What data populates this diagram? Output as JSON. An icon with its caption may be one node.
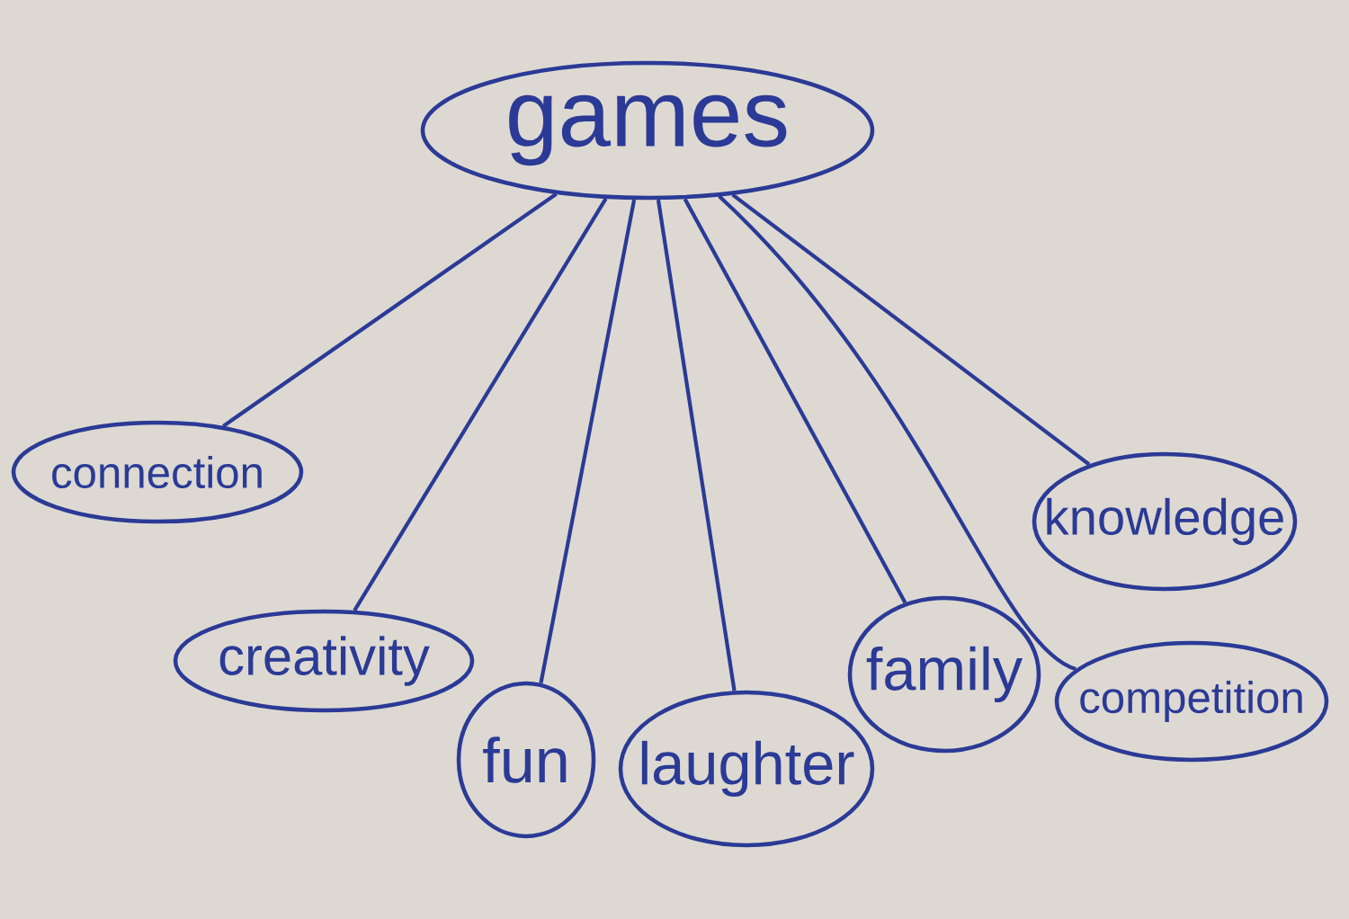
{
  "diagram": {
    "nodes": [
      {
        "text": [
          "games"
        ]
      },
      {
        "text": [
          "connection"
        ]
      },
      {
        "text": [
          "creativity"
        ]
      },
      {
        "text": [
          "fun"
        ]
      },
      {
        "text": [
          "laughter"
        ]
      },
      {
        "text": [
          "family"
        ]
      },
      {
        "text": [
          "knowledge"
        ]
      },
      {
        "text": [
          "competition"
        ]
      }
    ],
    "edges": [
      {
        "from": 0,
        "to": 1,
        "arrow": "none"
      },
      {
        "from": 0,
        "to": 2,
        "arrow": "none"
      },
      {
        "from": 0,
        "to": 3,
        "arrow": "none"
      },
      {
        "from": 0,
        "to": 4,
        "arrow": "none"
      },
      {
        "from": 0,
        "to": 5,
        "arrow": "none"
      },
      {
        "from": 0,
        "to": 7,
        "arrow": "none"
      },
      {
        "from": 0,
        "to": 6,
        "arrow": "none"
      }
    ]
  }
}
